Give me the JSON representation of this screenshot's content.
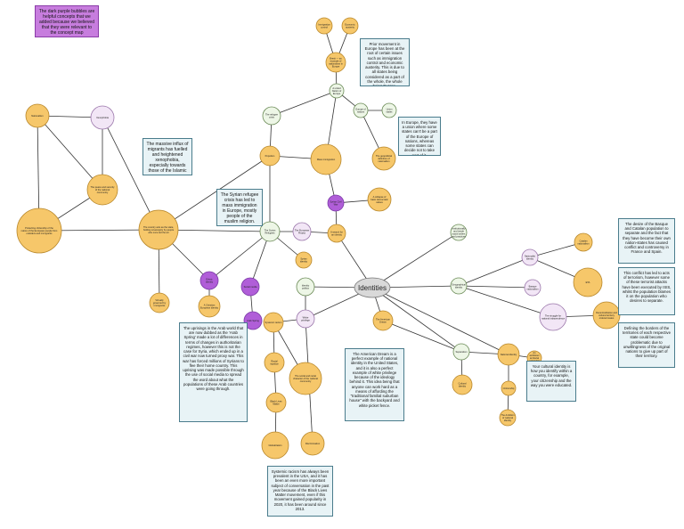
{
  "colors": {
    "orange": "#f6c76a",
    "orange_stroke": "#b8872a",
    "green": "#edf6e6",
    "green_stroke": "#6a8a56",
    "lavender": "#f2e6f6",
    "lavender_stroke": "#9a76aa",
    "purple": "#b05ed8",
    "purple_stroke": "#7a3aa6",
    "gray": "#d9d9d9",
    "gray_stroke": "#777777",
    "note_bg": "#e8f3f6",
    "note_stroke": "#4a7c8c",
    "line": "#333333"
  },
  "center": {
    "label": "Identities"
  },
  "notes": {
    "legend": "The dark purple bubbles are helpful concepts that we added because we believed that they were relevant to the concept map",
    "refugee_influx": "The massive influx of migrants has fuelled and heightened xenophobia, especially towards those of the Islamic religion.",
    "syrian_crisis": "The Syrian refugee crisis has led to mass immigration in Europe, mostly people of the muslim religion.",
    "populism_europe": "Prior movement in Europe has been at the root of certain issues such as immigration control and economic austerity. This is due to all states being considered as a part of the whole, the whole being Europe.",
    "europe_states": "In Europe, they have a union where some states can't be a part of the Europe of nations, whereas some states can decide not to take part of it.",
    "arab_spring": "The uprisings in the Arab world that are now dubbed as the 'Arab Spring' made a lot of differences in terms of changes in authoritarian regimes, however this is not the case for Syria, which ended up in a civil war now turned proxy war. This war has forced millions of Syrians to flee their home country. This uprising was made possible through the use of social media to spread the word about what the populations of these Arab countries were going through.",
    "american_dream": "The American Dream is a perfect example of national identity in the United States, and it is also a perfect example of white privilege because of the ideology behind it. This idea being that anyone can work hard as a means of affording the \"traditional familial suburban house\" with the backyard and white picket fence.",
    "systemic_racism": "Systemic racism has always been prevalent in the USA, and it has been an even more important subject of conversation in the past year because of the Black Lives Matter movement, even if this movement gained popularity in 2020, it has been around since 2013.",
    "basque": "The desire of the Basque and Catalan population to separate and the fact that they have become their own nation-states has caused conflict and controversy in France and Spain.",
    "terrorism": "This conflict has led to acts of terrorism, however some of these terrorist attacks have been executed by ISIS, whilst the population blames it on the population who desires to separate.",
    "borders": "Defining the borders of the territories of each respective state could become problematic due to unwillingness of the original nations to give up part of their territory.",
    "cultural_identity": "Your cultural identity is how you identify within a country, for example, your citizenship and the way you were educated."
  },
  "nodes": {
    "n_a1": "Immigration control",
    "n_a2": "Economic austerity",
    "n_a3": "Brexit — an example of nationalism in Europe",
    "n_a4": "A united Nation of Europe",
    "n_a5": "Europe of nations",
    "n_a6": "Union states",
    "n_a7": "Nationalism",
    "n_a8": "Xenophobia",
    "n_a9": "The refugee crisis",
    "n_a10": "The peace and security of the national community",
    "n_a11": "Protecting citizenship of the nation of the European people from outsiders and immigrants",
    "n_a12": "The country acts as the state, holding sovereignty by people who once led the art",
    "n_a13": "Populism",
    "n_a14": "The geopolitical definition of nationalism",
    "n_a15": "Mass immigration",
    "n_a16": "A collapse of basic democratic values",
    "n_a17": "Syrian Civil War",
    "n_a18": "The Syrian Refugees",
    "n_a19": "The European Project",
    "n_a20": "A search for an identity",
    "n_a21": "Syrian identity",
    "n_a22": "Ethnic identity",
    "n_a23": "Social media",
    "n_a24": "Arab Spring",
    "n_a25": "A Christian European identity",
    "n_a26": "Virtually governed by immigrants",
    "n_a27": "Identity politics",
    "n_a28": "White privilege",
    "n_a29": "The American Dream",
    "n_a30": "Systemic racism",
    "n_a31": "Racial injustice",
    "n_a32": "The social and racial character of the national community",
    "n_a33": "Black Lives Matter",
    "n_a34": "Discrimination",
    "n_a35": "Globalization",
    "n_a36": "Institutionally and inside social orders and practices",
    "n_a37": "Geographical identity",
    "n_a38": "Nationalist identity",
    "n_a39": "Basque nationalism",
    "n_a40": "Catalan nationalism",
    "n_a41": "ETA",
    "n_a42": "The struggle for national independence",
    "n_a43": "Decentralization and cultural territory ordered states",
    "n_a44": "Separatism",
    "n_a45": "National identity",
    "n_a46": "Cultural identity",
    "n_a47": "Citizenship",
    "n_a48": "The Ambition of national identity",
    "n_a49": "Foreign education",
    "n_a50": "An ambitious territorial nationalist territory"
  }
}
